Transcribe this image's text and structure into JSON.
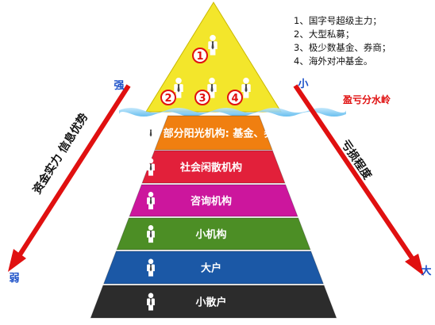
{
  "legend": [
    "1、国字号超级主力；",
    "2、大型私募；",
    "3、极少数基金、券商；",
    "4、海外对冲基金。"
  ],
  "apex_badges": [
    "1",
    "2",
    "3",
    "4"
  ],
  "tiers": [
    {
      "label": "部分阳光机构: 基金、券商",
      "color": "#f07f10"
    },
    {
      "label": "社会闲散机构",
      "color": "#e2203a"
    },
    {
      "label": "咨询机构",
      "color": "#cc169d"
    },
    {
      "label": "小机构",
      "color": "#4c8e25"
    },
    {
      "label": "大户",
      "color": "#1b58a6"
    },
    {
      "label": "小散户",
      "color": "#2c2c2c"
    }
  ],
  "apex_color": "#f3e62b",
  "waterline_label": "盈亏分水岭",
  "left_axis": {
    "top": "强",
    "bottom": "弱",
    "label": "资金实力  信息优势"
  },
  "right_axis": {
    "top": "小",
    "bottom": "大",
    "label": "亏损程度"
  },
  "colors": {
    "arrow": "#e01010",
    "axis_end": "#1a4fc8",
    "water": "#58b8ee"
  },
  "icon": "person-in-suit-icon"
}
